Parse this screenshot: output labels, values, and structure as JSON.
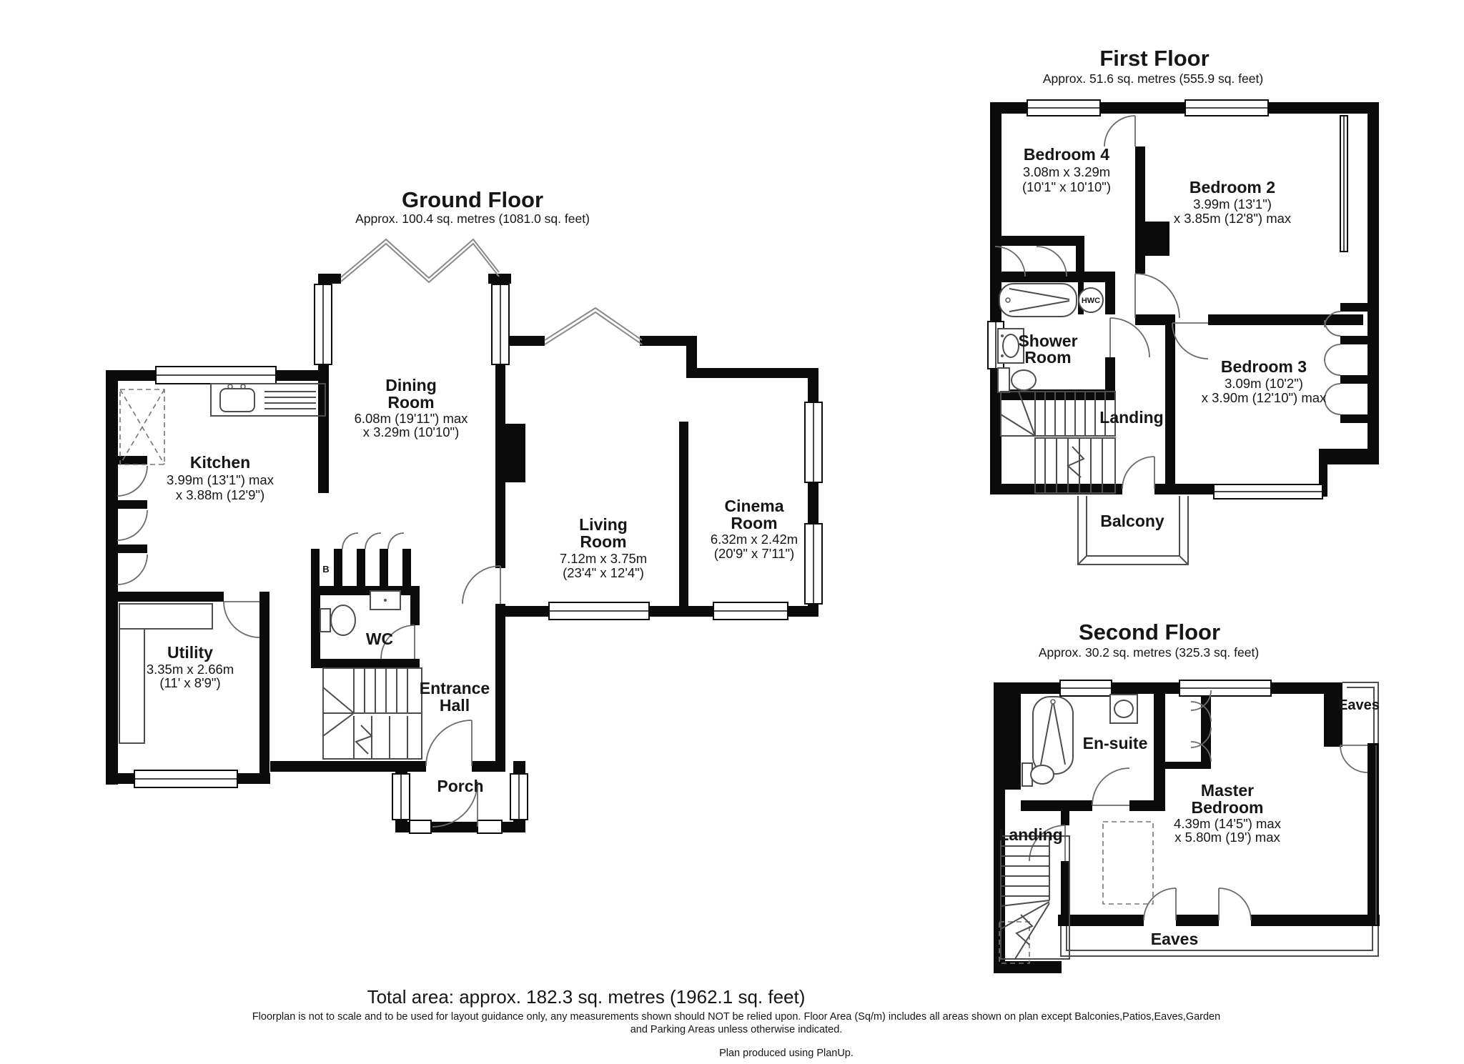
{
  "floors": {
    "ground": {
      "title": "Ground Floor",
      "subtitle": "Approx. 100.4 sq. metres (1081.0 sq. feet)",
      "kitchen": [
        "Kitchen",
        "3.99m (13'1\") max",
        "x 3.88m (12'9\")"
      ],
      "dining": [
        "Dining",
        "Room",
        "6.08m (19'11\") max",
        "x 3.29m (10'10\")"
      ],
      "living": [
        "Living",
        "Room",
        "7.12m x 3.75m",
        "(23'4\" x 12'4\")"
      ],
      "cinema": [
        "Cinema",
        "Room",
        "6.32m x 2.42m",
        "(20'9\" x 7'11\")"
      ],
      "utility": [
        "Utility",
        "3.35m x 2.66m",
        "(11' x 8'9\")"
      ],
      "wc": "WC",
      "entrance": [
        "Entrance",
        "Hall"
      ],
      "porch": "Porch",
      "boiler": "B"
    },
    "first": {
      "title": "First Floor",
      "subtitle": "Approx. 51.6 sq. metres (555.9 sq. feet)",
      "bedroom4": [
        "Bedroom 4",
        "3.08m x 3.29m",
        "(10'1\" x 10'10\")"
      ],
      "bedroom2": [
        "Bedroom 2",
        "3.99m (13'1\")",
        "x 3.85m (12'8\") max"
      ],
      "bedroom3": [
        "Bedroom 3",
        "3.09m (10'2\")",
        "x 3.90m (12'10\") max"
      ],
      "shower": [
        "Shower",
        "Room"
      ],
      "landing": "Landing",
      "balcony": "Balcony",
      "hwc": "HWC"
    },
    "second": {
      "title": "Second Floor",
      "subtitle": "Approx. 30.2 sq. metres (325.3 sq. feet)",
      "master": [
        "Master",
        "Bedroom",
        "4.39m (14'5\") max",
        "x 5.80m (19') max"
      ],
      "ensuite": "En-suite",
      "landing": "Landing",
      "eaves_top": "Eaves",
      "eaves_bottom": "Eaves"
    }
  },
  "footer": {
    "total": "Total area: approx. 182.3 sq. metres (1962.1 sq. feet)",
    "disclaimer1": "Floorplan is not to scale and to be used for layout guidance only, any measurements shown should NOT be relied upon. Floor Area (Sq/m) includes all areas shown on plan except Balconies,Patios,Eaves,Garden",
    "disclaimer2": "and Parking Areas unless otherwise indicated.",
    "produced": "Plan produced using PlanUp."
  }
}
